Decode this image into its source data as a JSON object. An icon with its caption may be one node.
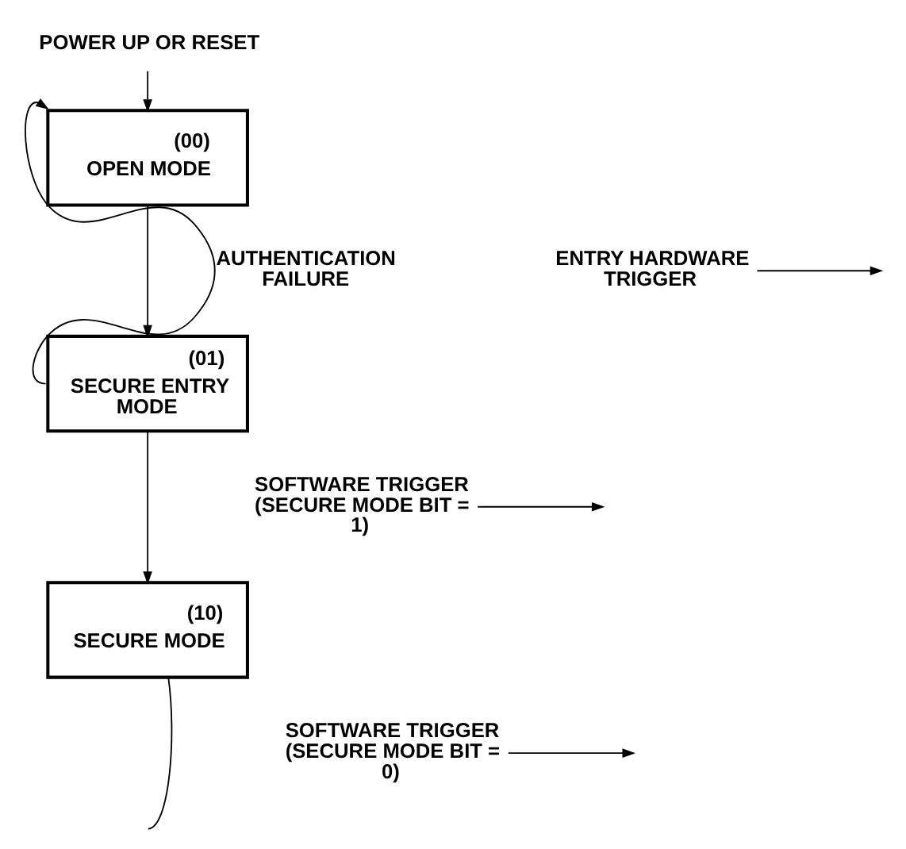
{
  "diagram": {
    "nodes": [
      {
        "text": [
          "POWER UP OR RESET"
        ]
      },
      {
        "text": [
          "(00)",
          "OPEN MODE"
        ]
      },
      {
        "text": [
          "ENTRY HARDWARE TRIGGER"
        ]
      },
      {
        "text": [
          "(01)",
          "SECURE ENTRY MODE"
        ]
      },
      {
        "text": [
          "SOFTWARE TRIGGER (SECURE MODE BIT = 1)"
        ]
      },
      {
        "text": [
          "(10)",
          "SECURE MODE"
        ]
      },
      {
        "text": [
          "SOFTWARE TRIGGER (SECURE MODE BIT = 0)"
        ]
      }
    ],
    "edges": [
      {
        "from": 0,
        "to": 1,
        "arrow": "to"
      },
      {
        "from": 1,
        "to": 3,
        "arrow": "to"
      },
      {
        "from": 2,
        "to": null,
        "arrow": "to"
      },
      {
        "from": 3,
        "to": 1,
        "arrow": "to",
        "label": "AUTHENTICATION FAILURE"
      },
      {
        "from": 3,
        "to": 5,
        "arrow": "to"
      },
      {
        "from": 4,
        "to": null,
        "arrow": "to"
      },
      {
        "from": 5,
        "to": null,
        "arrow": "none"
      },
      {
        "from": 6,
        "to": null,
        "arrow": "to"
      }
    ]
  }
}
